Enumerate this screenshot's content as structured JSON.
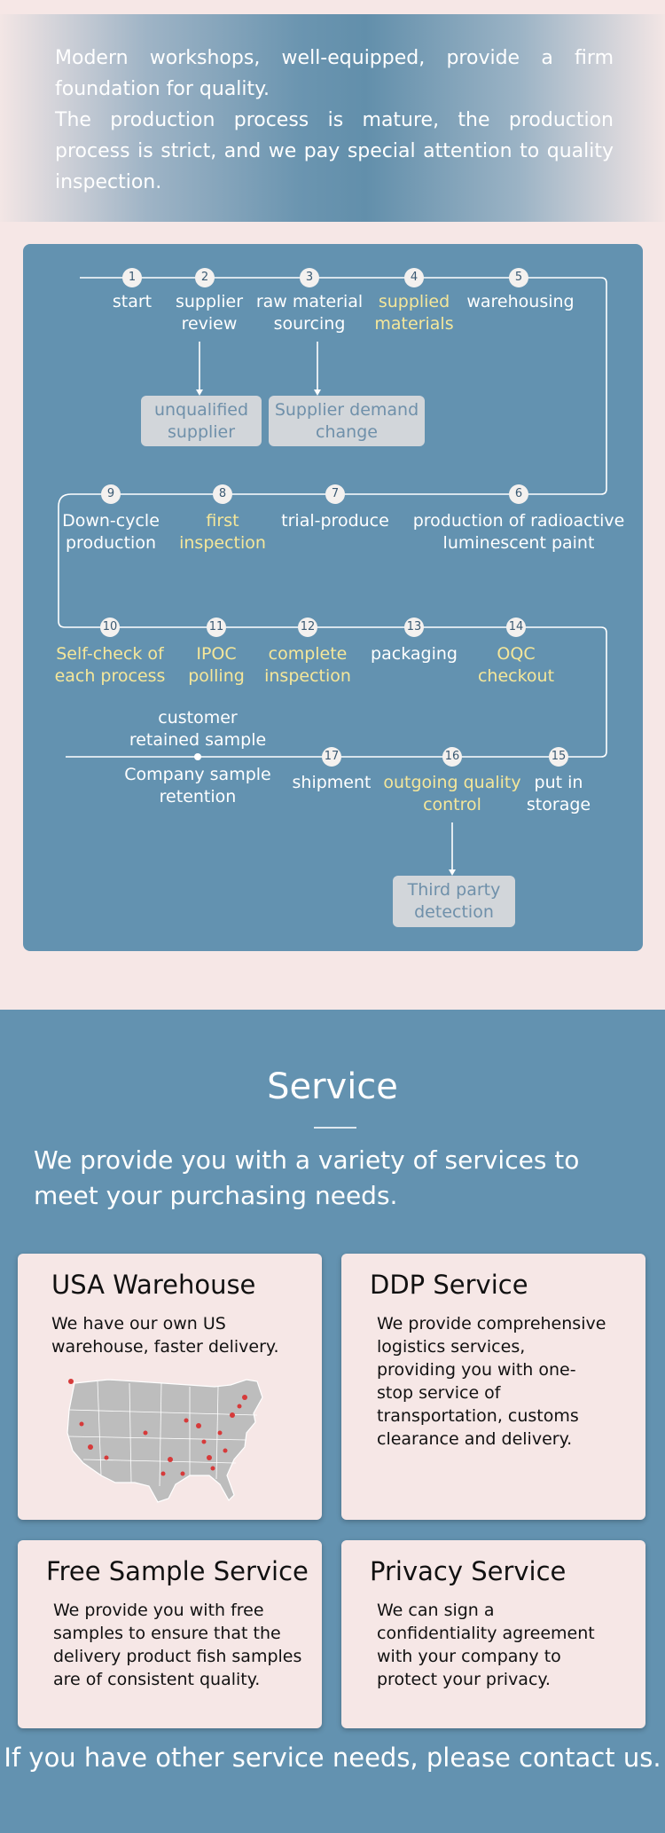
{
  "banner": {
    "line1": "Modern workshops, well-equipped, provide a firm foundation for quality.",
    "line2": "The production process is mature, the production process is strict, and we pay special attention to quality inspection."
  },
  "flow": {
    "steps": [
      {
        "num": "1",
        "label": "start"
      },
      {
        "num": "2",
        "label": "supplier review"
      },
      {
        "num": "3",
        "label": "raw material sourcing"
      },
      {
        "num": "4",
        "label": "supplied materials"
      },
      {
        "num": "5",
        "label": "warehousing"
      },
      {
        "num": "6",
        "label": "production of radioactive luminescent paint"
      },
      {
        "num": "7",
        "label": "trial-produce"
      },
      {
        "num": "8",
        "label": "first inspection"
      },
      {
        "num": "9",
        "label": "Down-cycle production"
      },
      {
        "num": "10",
        "label": "Self-check of each process"
      },
      {
        "num": "11",
        "label": "IPOC polling"
      },
      {
        "num": "12",
        "label": "complete inspection"
      },
      {
        "num": "13",
        "label": "packaging"
      },
      {
        "num": "14",
        "label": "OQC checkout"
      },
      {
        "num": "15",
        "label": "put in storage"
      },
      {
        "num": "16",
        "label": "outgoing quality control"
      },
      {
        "num": "17",
        "label": "shipment"
      }
    ],
    "side_boxes": {
      "unqualified": "unqualified supplier",
      "demand_change": "Supplier demand change",
      "third_party": "Third party detection"
    },
    "sample": {
      "customer": "customer retained sample",
      "company": "Company sample retention"
    },
    "colors": {
      "card": "#6392b0",
      "highlight": "#f5e79a",
      "box": "#d2d6da"
    }
  },
  "service": {
    "title": "Service",
    "subtitle": "We provide you with a variety of services to meet your purchasing needs.",
    "cards": [
      {
        "title": "USA Warehouse",
        "text": "We have our own US warehouse, faster delivery."
      },
      {
        "title": "DDP Service",
        "text": "We provide comprehensive logistics services, providing you with one-stop service of transportation, customs clearance and delivery."
      },
      {
        "title": "Free Sample Service",
        "text": "We provide you with free samples to ensure that the delivery product fish samples are of consistent quality."
      },
      {
        "title": "Privacy Service",
        "text": "We can sign a confidentiality agreement with your company to protect your privacy."
      }
    ],
    "footer": "If you have other service needs, please contact us.",
    "icons": {
      "map": "usa-map-icon"
    }
  }
}
